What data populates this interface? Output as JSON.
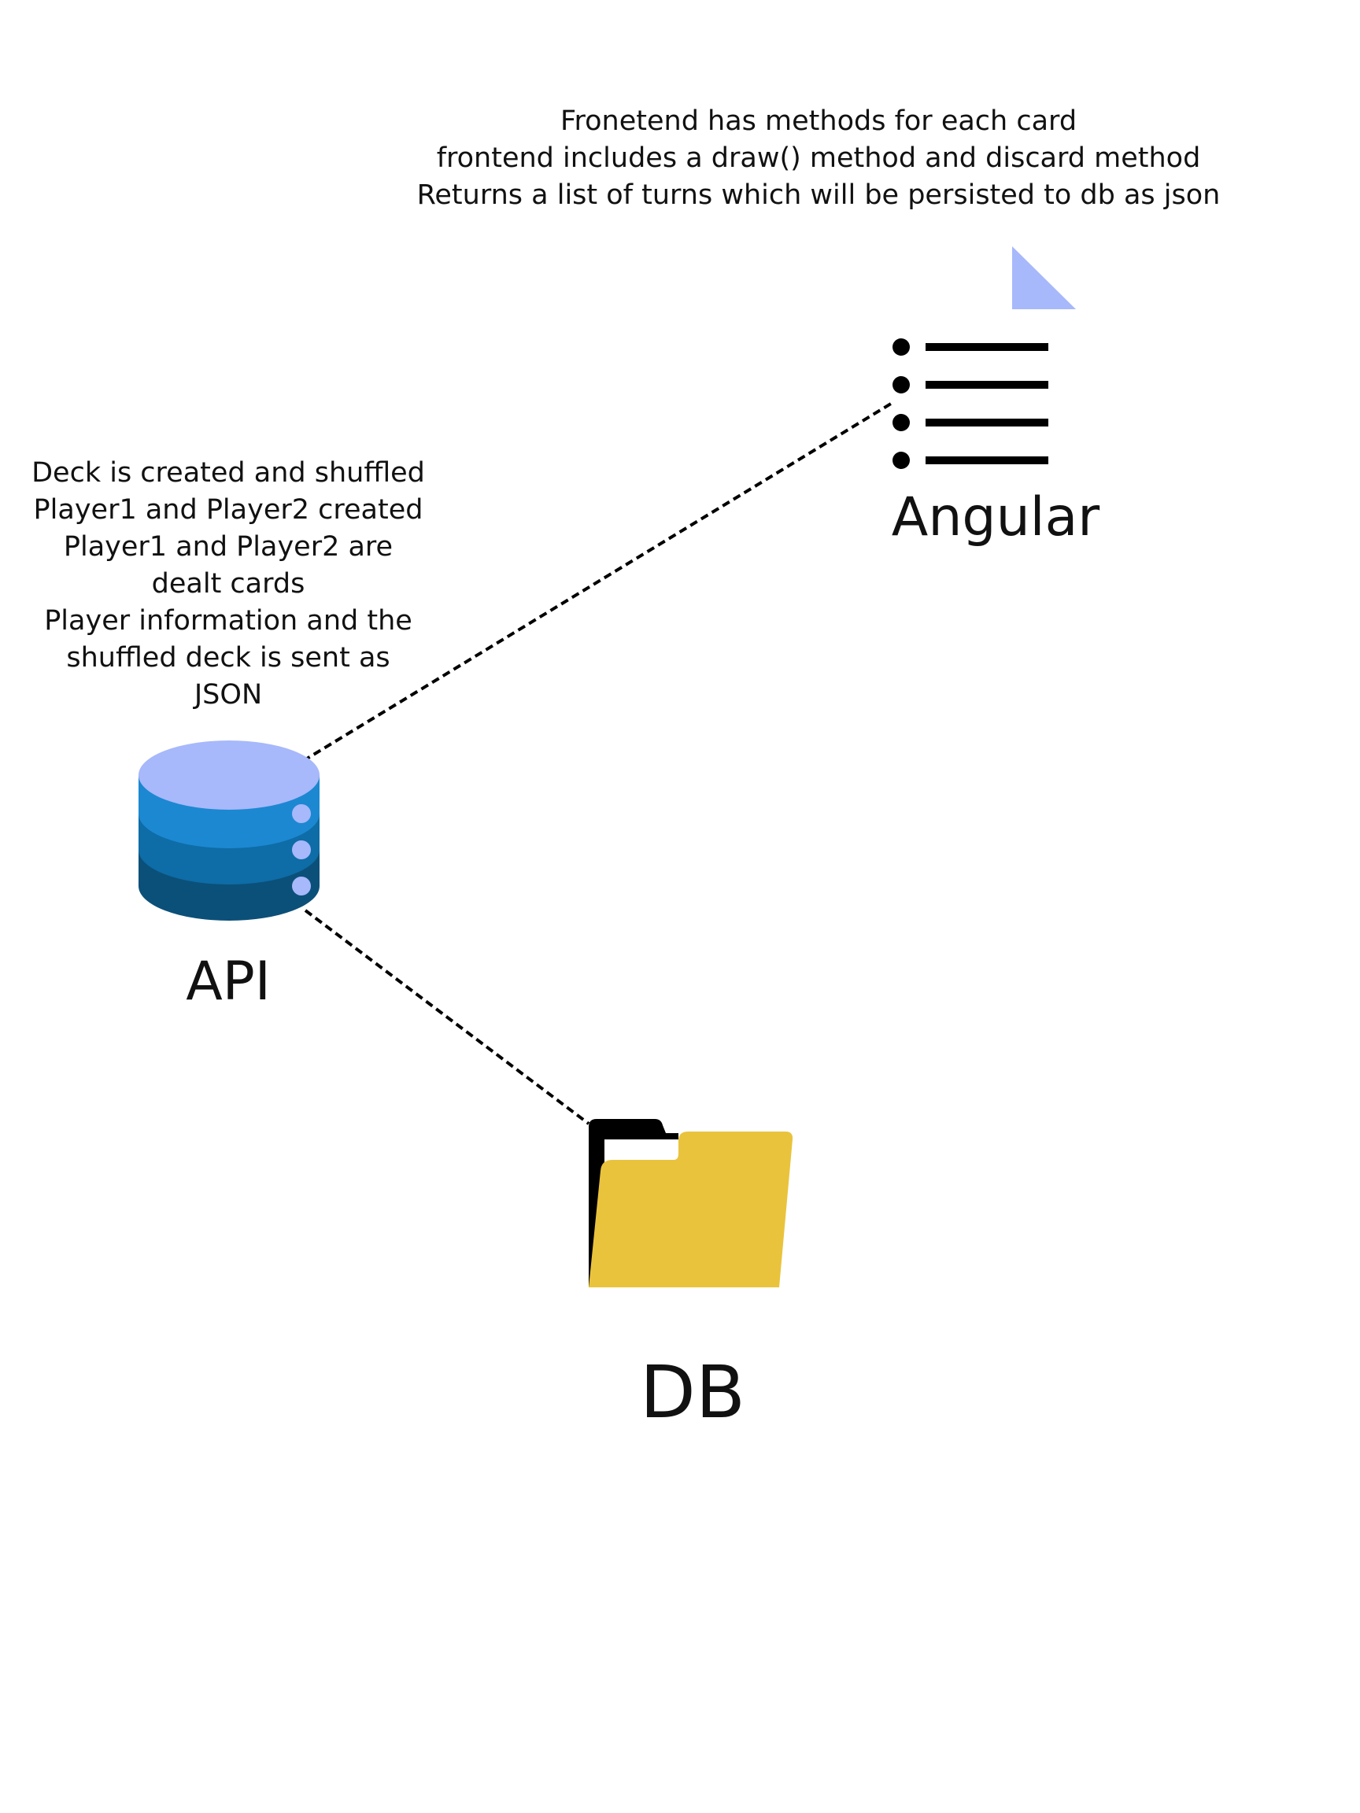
{
  "colors": {
    "background": "#ffffff",
    "text": "#111111",
    "connector": "#000000",
    "accent_periwinkle": "#a7b8fb",
    "database_layer_1": "#1c88d1",
    "database_layer_2": "#0e6ca7",
    "database_layer_3": "#0b5079",
    "folder_front": "#e9c33c",
    "folder_back": "#000000"
  },
  "nodes": {
    "angular": {
      "label": "Angular",
      "icon": "list-icon",
      "note": [
        "Fronetend has methods for each card",
        "frontend includes a draw() method and discard method",
        "Returns a list of turns which will be persisted to db as json"
      ]
    },
    "api": {
      "label": "API",
      "icon": "database-icon",
      "note": [
        "Deck is created and shuffled",
        "Player1 and Player2 created",
        "Player1 and Player2 are",
        "dealt cards",
        "Player information and the",
        "shuffled deck is sent as",
        "JSON"
      ]
    },
    "db": {
      "label": "DB",
      "icon": "folder-icon"
    }
  },
  "edges": [
    {
      "from": "api",
      "to": "angular",
      "style": "dashed"
    },
    {
      "from": "api",
      "to": "db",
      "style": "dashed"
    }
  ]
}
